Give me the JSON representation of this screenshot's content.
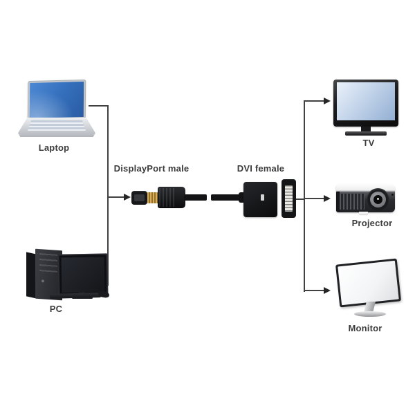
{
  "diagram": {
    "sources": [
      {
        "name": "laptop",
        "label": "Laptop",
        "icon": "laptop-image"
      },
      {
        "name": "pc",
        "label": "PC",
        "icon": "desktop-pc-image"
      }
    ],
    "adapter": {
      "displayport_label": "DisplayPort male",
      "dvi_label": "DVI female",
      "icon": "displayport-to-dvi-adapter-image"
    },
    "outputs": [
      {
        "name": "tv",
        "label": "TV",
        "icon": "tv-image"
      },
      {
        "name": "projector",
        "label": "Projector",
        "icon": "projector-image"
      },
      {
        "name": "monitor",
        "label": "Monitor",
        "icon": "monitor-image"
      }
    ]
  },
  "colors": {
    "background": "#ffffff",
    "line": "#414141",
    "arrowhead": "#262626",
    "label_text": "#3c3c3c",
    "laptop_screen_blue": "#3b76c4",
    "tv_screen_blue": "#c3d4ea",
    "device_black": "#1a1b1e",
    "connector_gold": "#b9913f",
    "monitor_screen_white": "#f3f4f6"
  }
}
